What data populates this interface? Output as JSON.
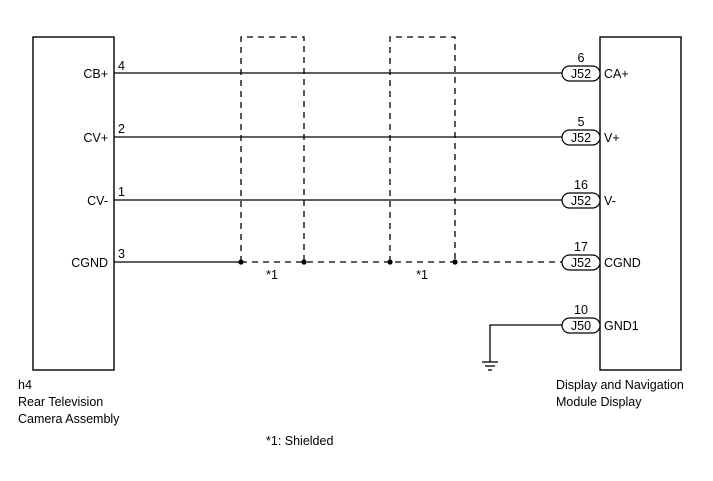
{
  "left_component": {
    "code": "h4",
    "name_line1": "Rear Television",
    "name_line2": "Camera Assembly",
    "pins": [
      {
        "signal": "CB+",
        "pin": "4"
      },
      {
        "signal": "CV+",
        "pin": "2"
      },
      {
        "signal": "CV-",
        "pin": "1"
      },
      {
        "signal": "CGND",
        "pin": "3"
      }
    ]
  },
  "right_component": {
    "name_line1": "Display and Navigation",
    "name_line2": "Module Display",
    "pins": [
      {
        "signal": "CA+",
        "pin": "6",
        "connector": "J52"
      },
      {
        "signal": "V+",
        "pin": "5",
        "connector": "J52"
      },
      {
        "signal": "V-",
        "pin": "16",
        "connector": "J52"
      },
      {
        "signal": "CGND",
        "pin": "17",
        "connector": "J52"
      },
      {
        "signal": "GND1",
        "pin": "10",
        "connector": "J50"
      }
    ]
  },
  "shields": [
    {
      "label": "*1"
    },
    {
      "label": "*1"
    }
  ],
  "footnote": "*1: Shielded"
}
